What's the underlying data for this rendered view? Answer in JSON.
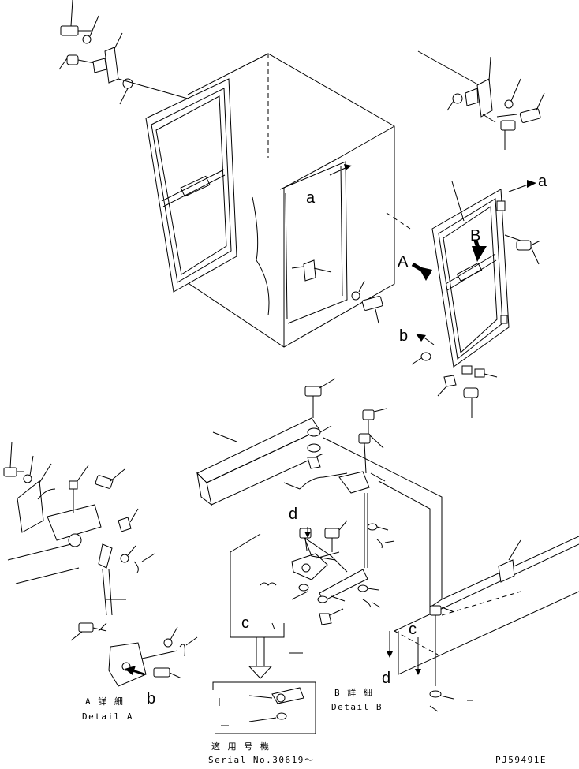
{
  "labels": {
    "view_a": "A",
    "view_b": "B",
    "ref_a_cab": "a",
    "ref_a_door": "a",
    "ref_b_door": "b",
    "ref_b_detail": "b",
    "ref_c_detail": "c",
    "ref_c_frame": "c",
    "ref_d_detail": "d",
    "ref_d_frame": "d"
  },
  "captions": {
    "detail_a_jp": "A 詳 細",
    "detail_a_en": "Detail A",
    "detail_b_jp": "B 詳 細",
    "detail_b_en": "Detail B",
    "serial_jp": "適 用 号 機",
    "serial_en": "Serial No.30619～",
    "drawing_no": "PJ59491E"
  }
}
